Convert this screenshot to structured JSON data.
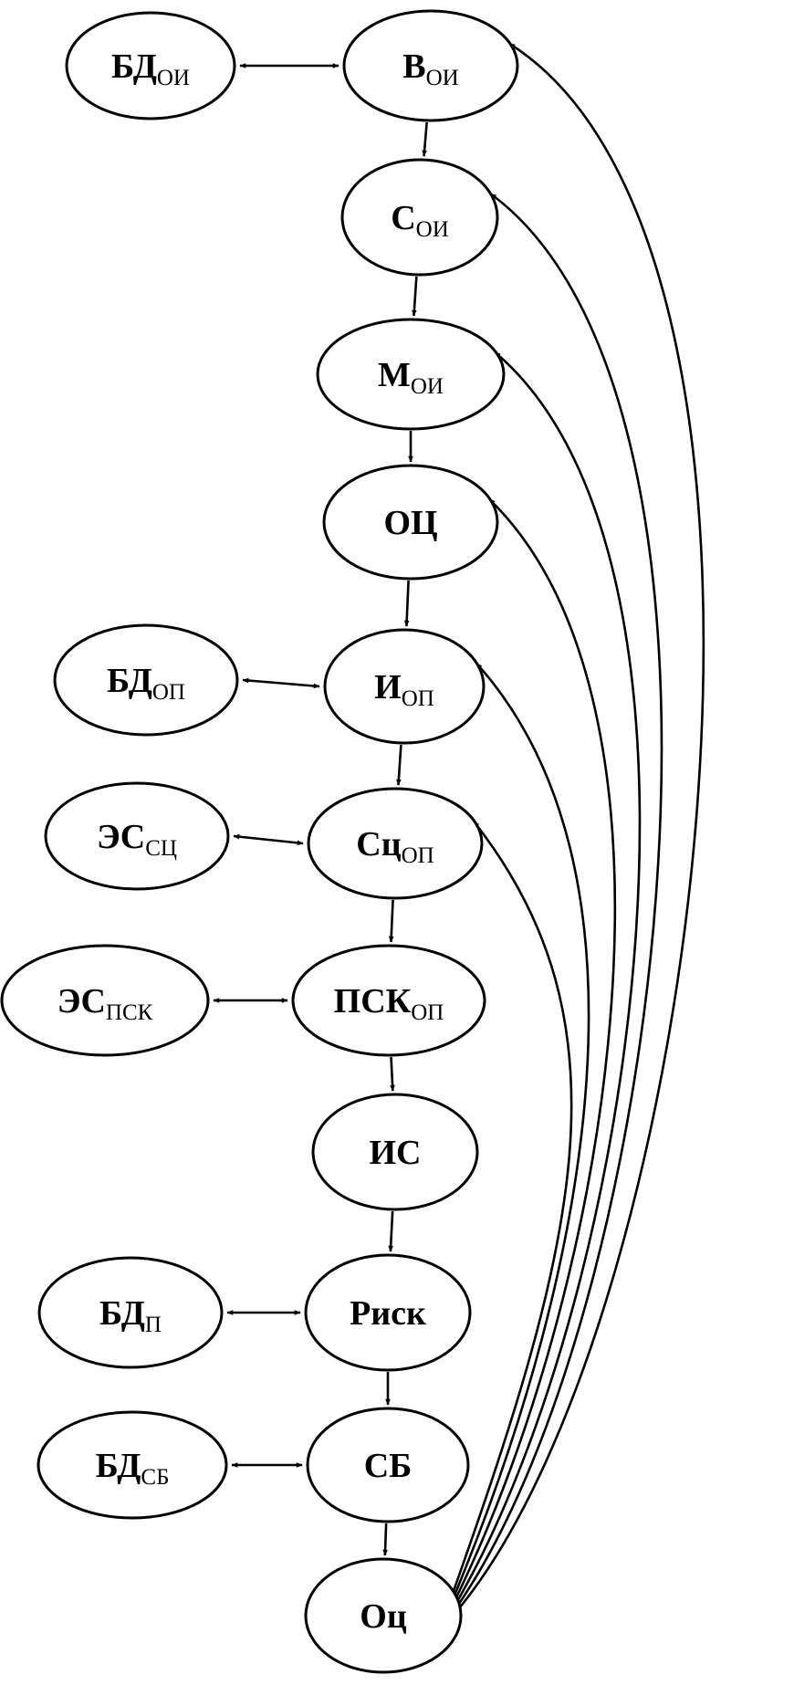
{
  "nodes": [
    {
      "id": "bd_oi",
      "main": "БД",
      "sub": "ОИ"
    },
    {
      "id": "v_oi",
      "main": "В",
      "sub": "ОИ"
    },
    {
      "id": "s_oi",
      "main": "С",
      "sub": "ОИ"
    },
    {
      "id": "m_oi",
      "main": "М",
      "sub": "ОИ"
    },
    {
      "id": "oc",
      "main": "ОЦ",
      "sub": ""
    },
    {
      "id": "bd_op",
      "main": "БД",
      "sub": "ОП"
    },
    {
      "id": "i_op",
      "main": "И",
      "sub": "ОП"
    },
    {
      "id": "es_sc",
      "main": "ЭС",
      "sub": "СЦ"
    },
    {
      "id": "sc_op",
      "main": "Сц",
      "sub": "ОП"
    },
    {
      "id": "es_psk",
      "main": "ЭС",
      "sub": "ПСК"
    },
    {
      "id": "psk_op",
      "main": "ПСК",
      "sub": "ОП"
    },
    {
      "id": "is",
      "main": "ИС",
      "sub": ""
    },
    {
      "id": "bd_p",
      "main": "БД",
      "sub": "П"
    },
    {
      "id": "risk",
      "main": "Риск",
      "sub": ""
    },
    {
      "id": "bd_sb",
      "main": "БД",
      "sub": "СБ"
    },
    {
      "id": "sb",
      "main": "СБ",
      "sub": ""
    },
    {
      "id": "ots",
      "main": "Оц",
      "sub": ""
    }
  ],
  "edges": [
    {
      "from": "bd_oi",
      "to": "v_oi",
      "type": "bidirectional"
    },
    {
      "from": "v_oi",
      "to": "s_oi",
      "type": "directed"
    },
    {
      "from": "s_oi",
      "to": "m_oi",
      "type": "directed"
    },
    {
      "from": "m_oi",
      "to": "oc",
      "type": "directed"
    },
    {
      "from": "oc",
      "to": "i_op",
      "type": "directed"
    },
    {
      "from": "bd_op",
      "to": "i_op",
      "type": "bidirectional"
    },
    {
      "from": "i_op",
      "to": "sc_op",
      "type": "directed"
    },
    {
      "from": "es_sc",
      "to": "sc_op",
      "type": "bidirectional"
    },
    {
      "from": "sc_op",
      "to": "psk_op",
      "type": "directed"
    },
    {
      "from": "es_psk",
      "to": "psk_op",
      "type": "bidirectional"
    },
    {
      "from": "psk_op",
      "to": "is",
      "type": "directed"
    },
    {
      "from": "is",
      "to": "risk",
      "type": "directed"
    },
    {
      "from": "bd_p",
      "to": "risk",
      "type": "bidirectional"
    },
    {
      "from": "risk",
      "to": "sb",
      "type": "directed"
    },
    {
      "from": "bd_sb",
      "to": "sb",
      "type": "bidirectional"
    },
    {
      "from": "sb",
      "to": "ots",
      "type": "directed"
    },
    {
      "from": "ots",
      "to": "v_oi",
      "type": "feedback"
    },
    {
      "from": "ots",
      "to": "s_oi",
      "type": "feedback"
    },
    {
      "from": "ots",
      "to": "m_oi",
      "type": "feedback"
    },
    {
      "from": "ots",
      "to": "oc",
      "type": "feedback"
    },
    {
      "from": "ots",
      "to": "i_op",
      "type": "feedback"
    },
    {
      "from": "ots",
      "to": "sc_op",
      "type": "feedback"
    }
  ]
}
